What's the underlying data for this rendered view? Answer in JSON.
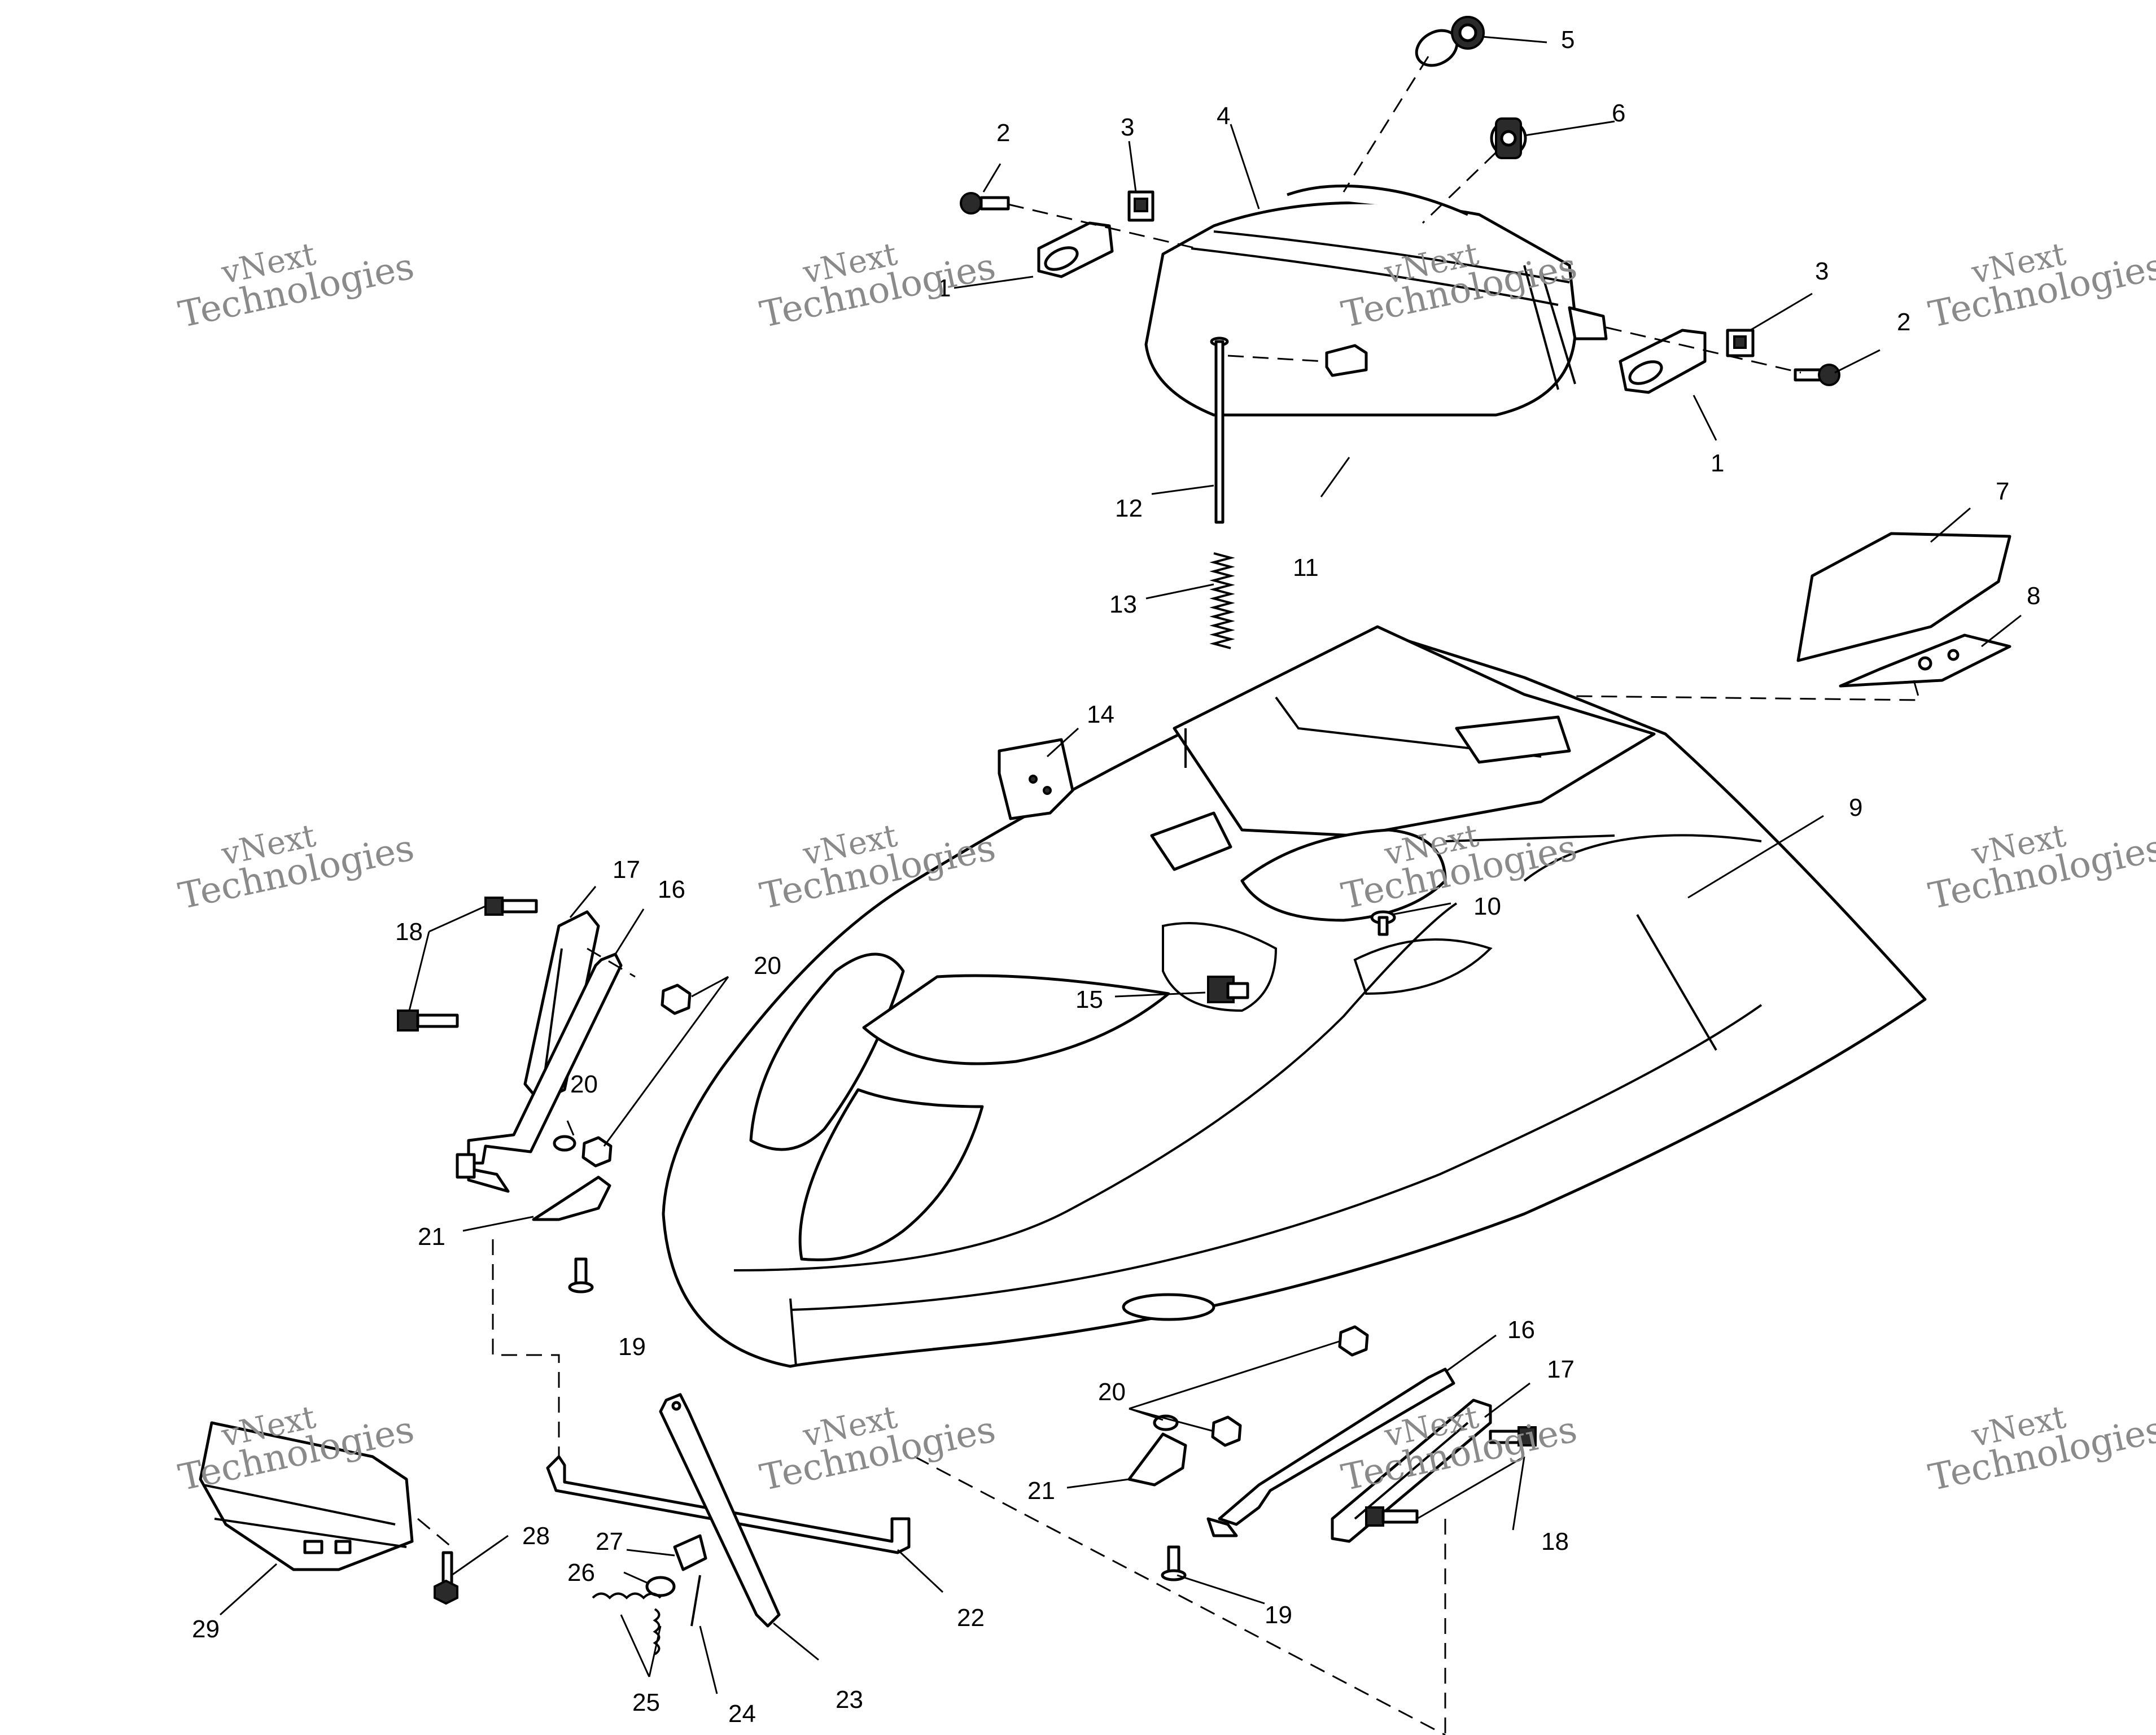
{
  "callouts": [
    "1",
    "2",
    "3",
    "4",
    "5",
    "6",
    "7",
    "8",
    "9",
    "10",
    "11",
    "12",
    "13",
    "14",
    "15",
    "16",
    "17",
    "18",
    "19",
    "20",
    "21",
    "22",
    "23",
    "24",
    "25",
    "26",
    "27",
    "28",
    "29"
  ],
  "watermark": {
    "line1": "vNext",
    "line2": "Technologies"
  },
  "colors": {
    "ink": "#000000",
    "watermark": "#8a8a8a",
    "paper": "#ffffff"
  }
}
